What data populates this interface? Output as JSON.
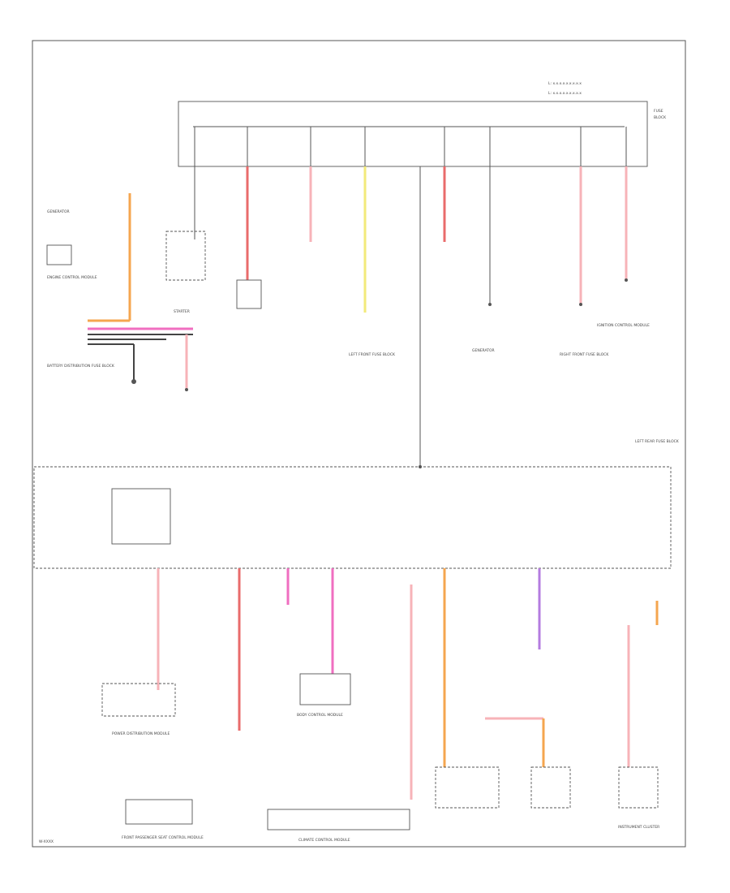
{
  "labels": {
    "legend": [
      "L: x.x.x.x.x.x.x.x.x",
      "L: x.x.x.x.x.x.x.x.x"
    ],
    "generator": "GENERATOR",
    "starter": "STARTER",
    "engine_control": "ENGINE CONTROL MODULE",
    "left_front_fuse": "LEFT FRONT FUSE BLOCK",
    "right_front_fuse": "RIGHT FRONT FUSE BLOCK",
    "ignition_control": "IGNITION CONTROL MODULE",
    "battery_block": "BATTERY DISTRIBUTION FUSE BLOCK",
    "left_rear_fuse": "LEFT REAR FUSE BLOCK",
    "power_distribution": "POWER DISTRIBUTION MODULE",
    "body_control": "BODY CONTROL MODULE",
    "front_passenger": "FRONT PASSENGER SEAT CONTROL MODULE",
    "climate": "CLIMATE CONTROL MODULE",
    "instrument": "INSTRUMENT CLUSTER",
    "page_id": "W-XXXX"
  }
}
